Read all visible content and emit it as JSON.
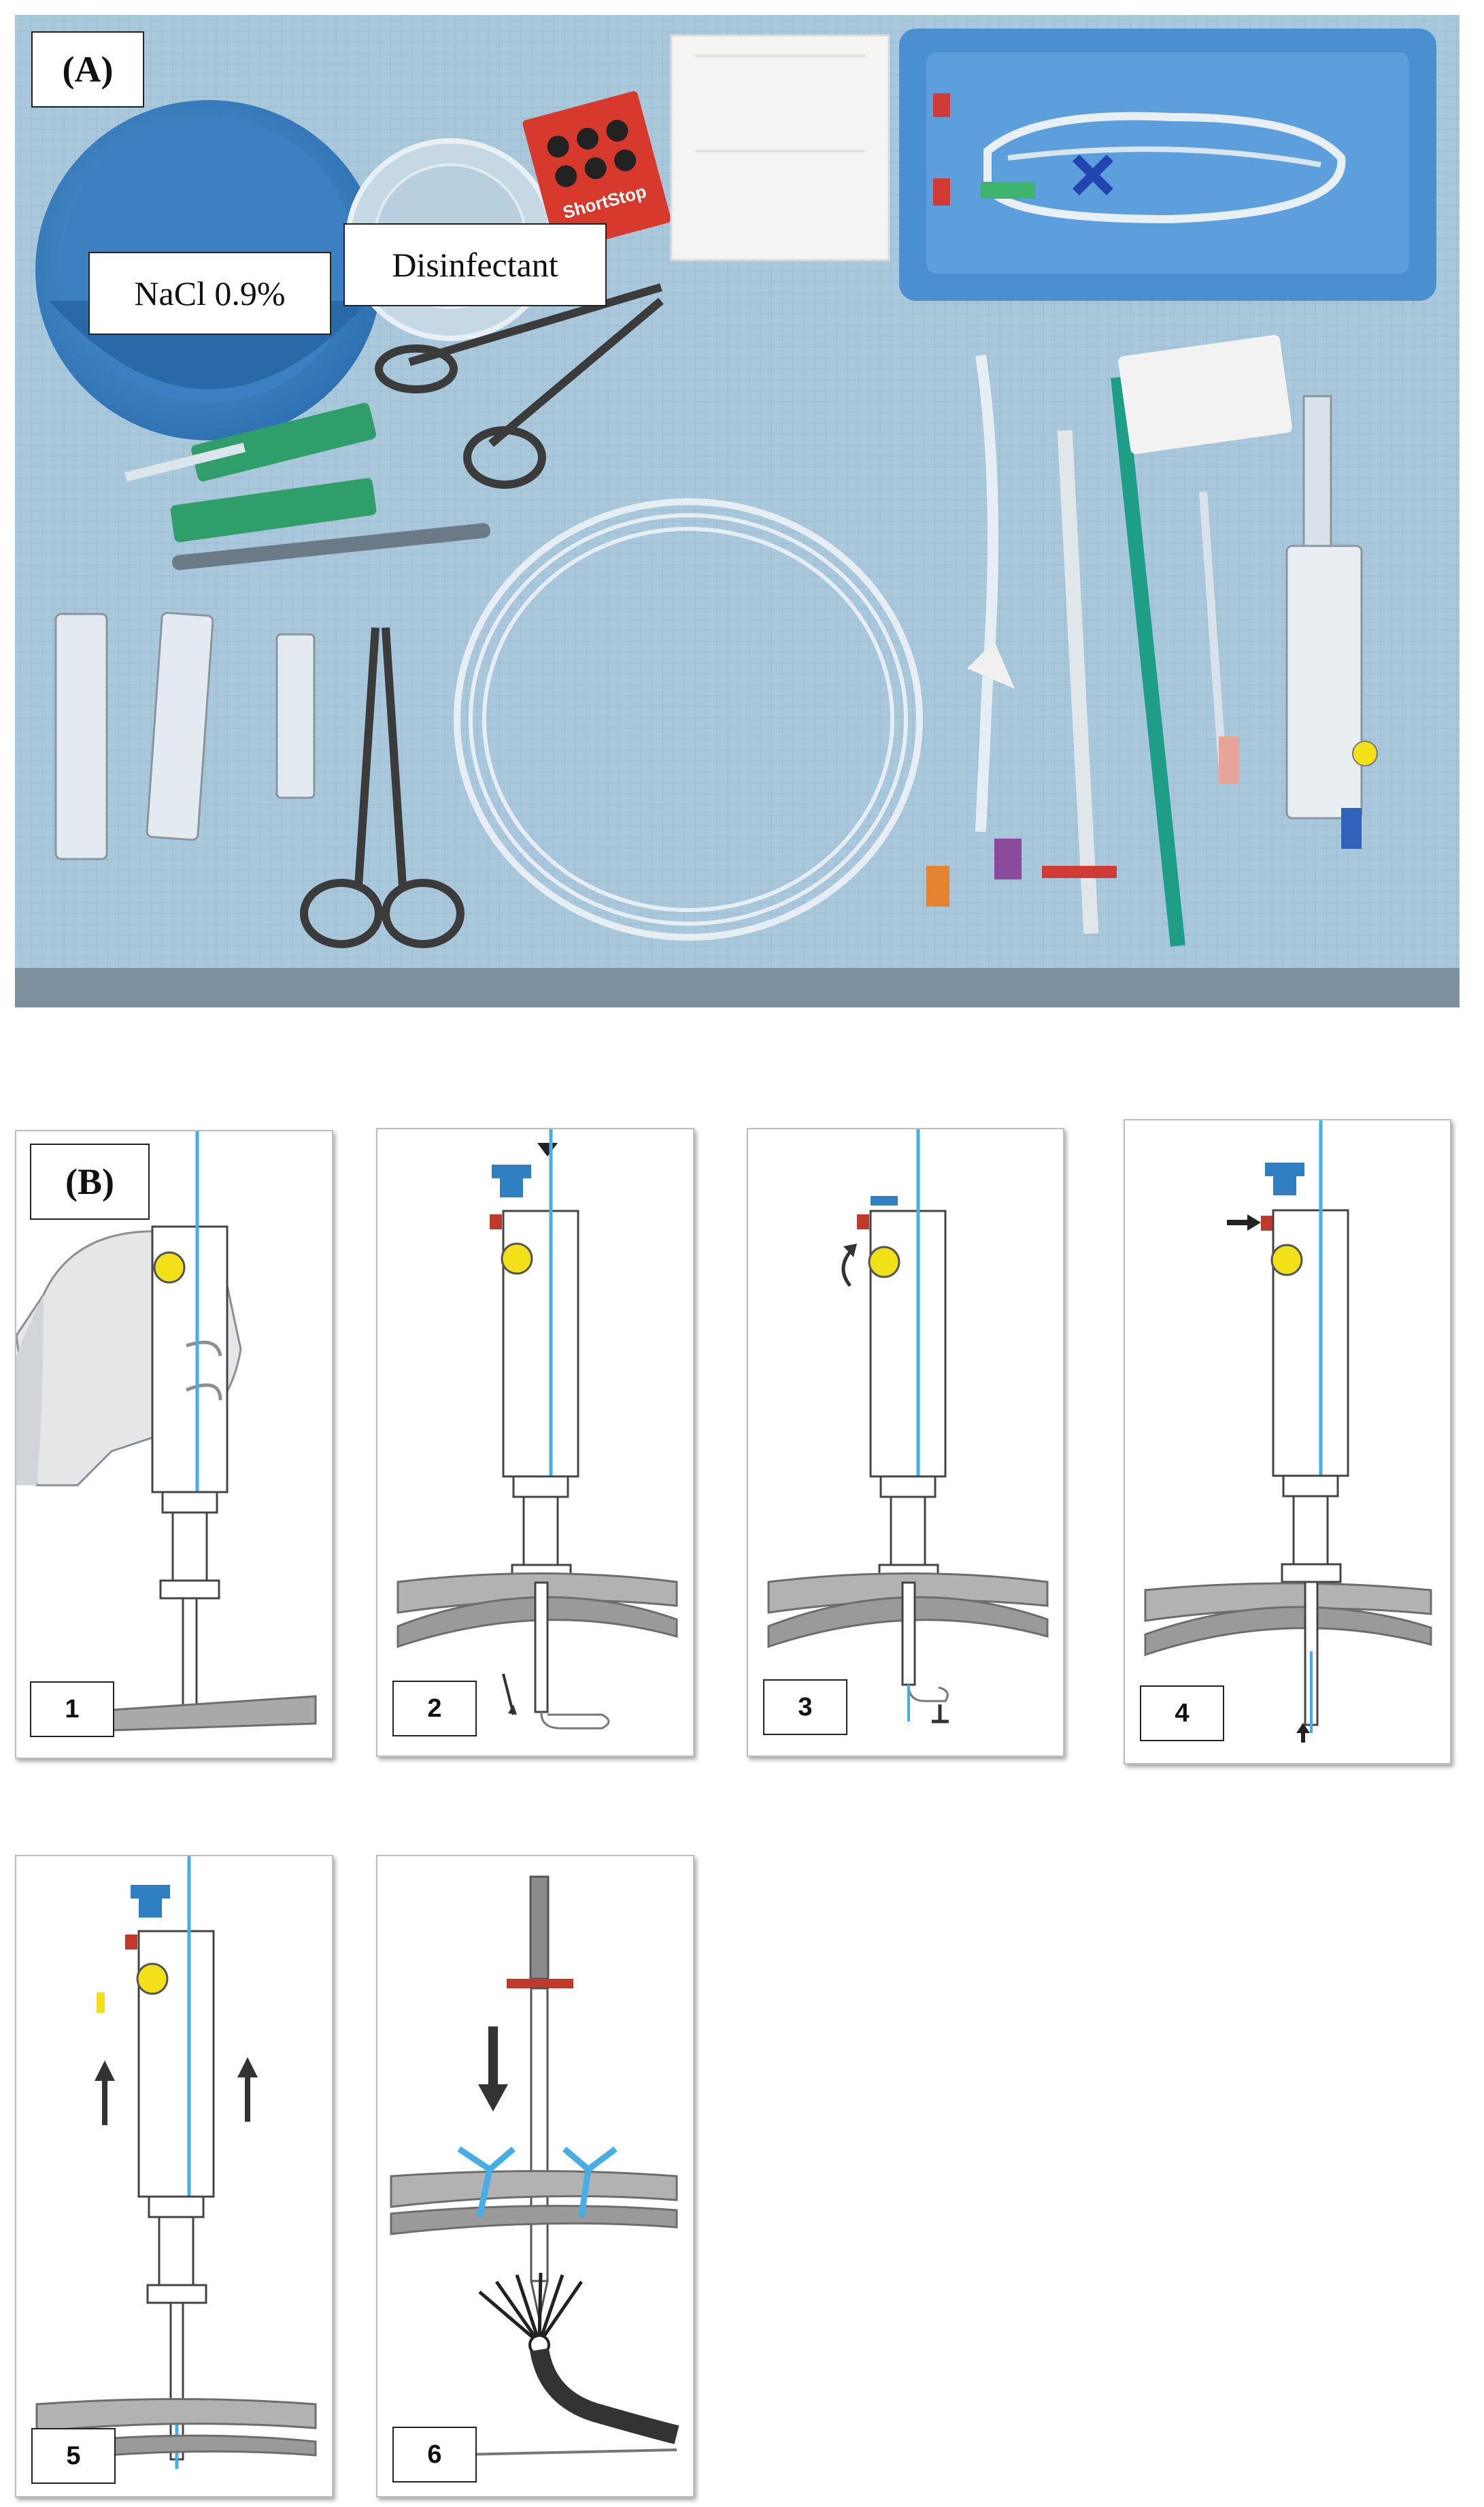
{
  "figure": {
    "panel_a": {
      "label": "(A)",
      "labels": {
        "saline": "NaCl 0.9%",
        "disinfectant": "Disinfectant",
        "package_text": "ShortStop"
      }
    },
    "panel_b": {
      "label": "(B)",
      "steps": [
        "1",
        "2",
        "3",
        "4",
        "5",
        "6"
      ]
    }
  },
  "colors": {
    "drape": "#a9c8dc",
    "bowl": "#3f88c5",
    "tray": "#4a8fd0",
    "guidewire": "#45aee6",
    "yellow_button": "#f2e019",
    "blue_cap": "#2f7fc2",
    "red_marker": "#c0392b",
    "vessel": "#9a9a9a"
  }
}
